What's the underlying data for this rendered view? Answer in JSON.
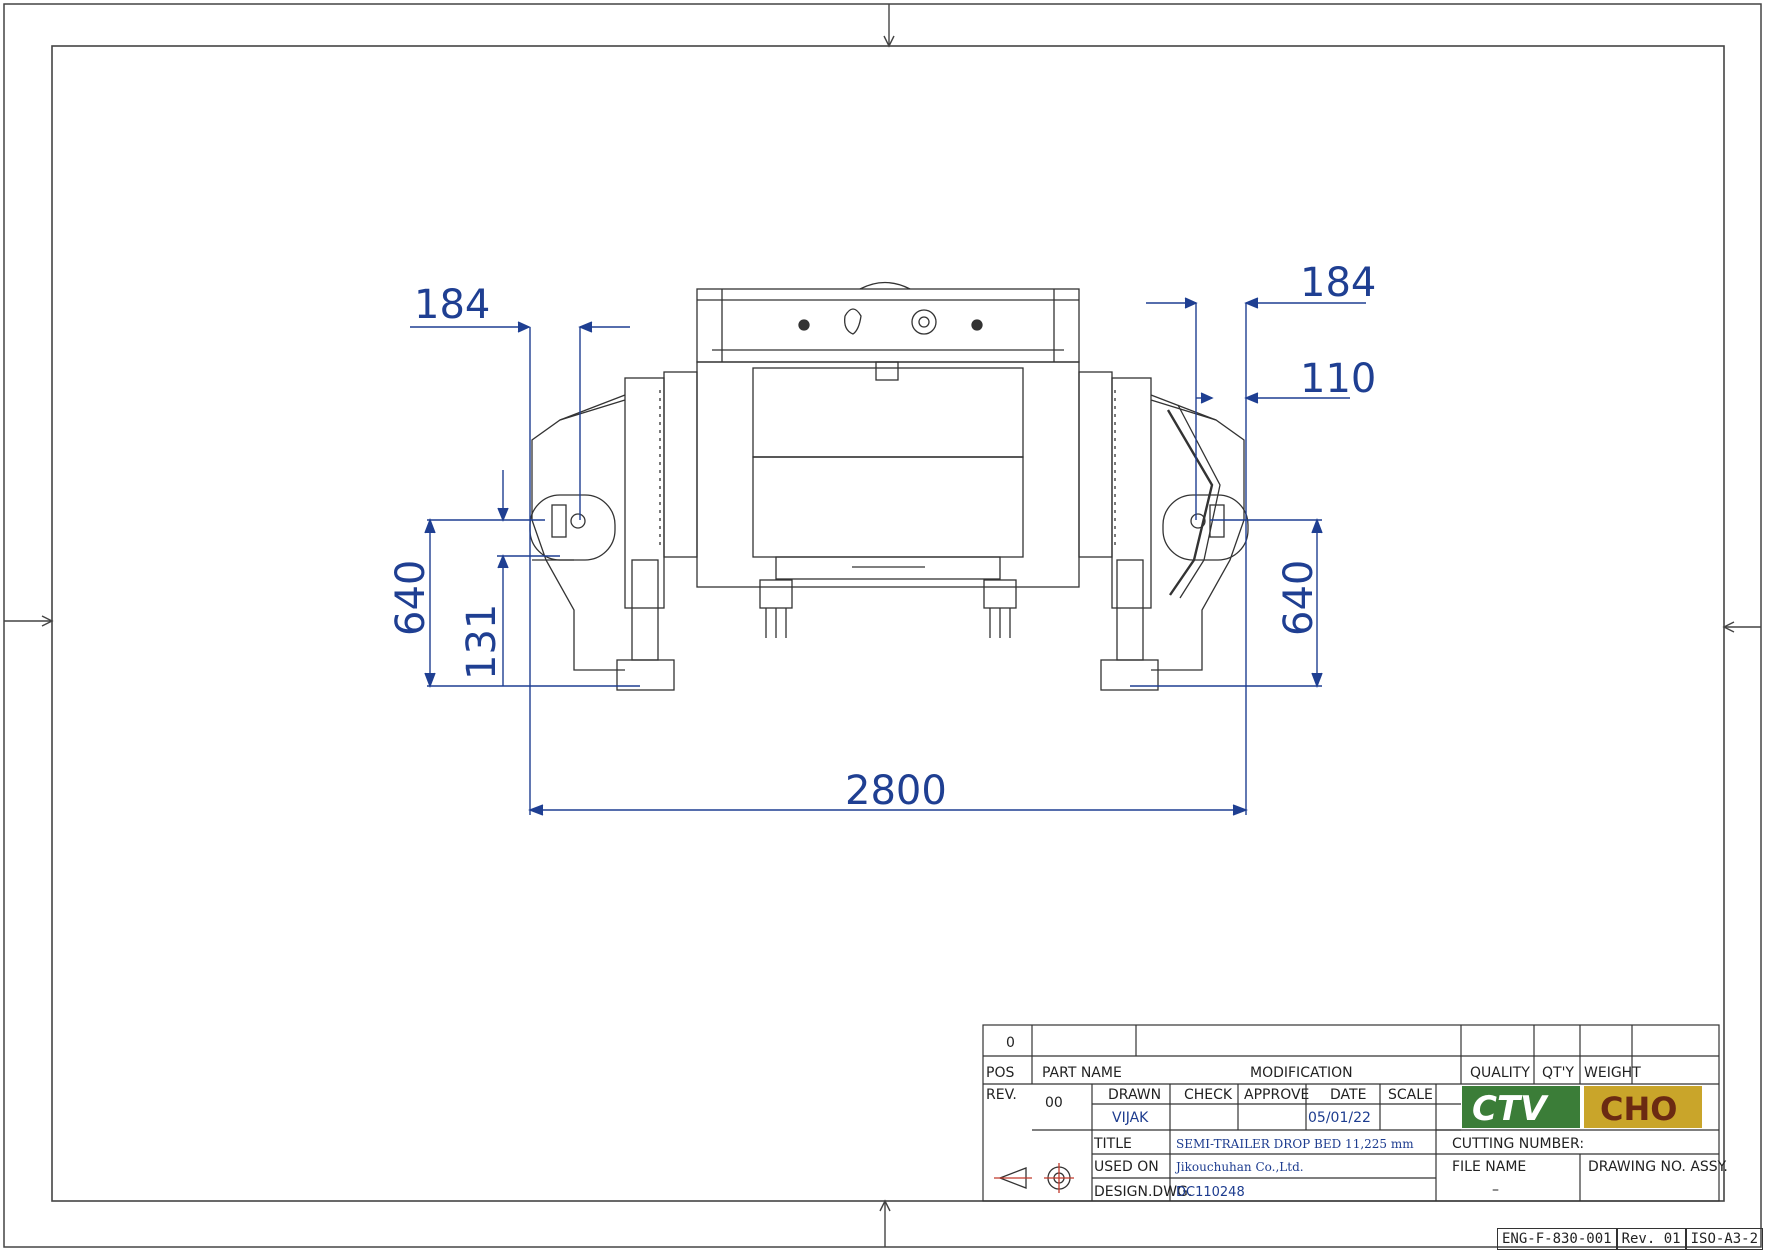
{
  "drawing": {
    "dimensions": {
      "top_left_width": "184",
      "top_right_width": "184",
      "right_offset": "110",
      "left_height": "640",
      "left_lower_height": "131",
      "right_height": "640",
      "overall_width": "2800"
    }
  },
  "title_block": {
    "pos_value": "0",
    "pos_label": "POS",
    "part_name_label": "PART NAME",
    "modification_label": "MODIFICATION",
    "quality_label": "QUALITY",
    "qty_label": "QT'Y",
    "weight_label": "WEIGHT",
    "rev_label": "REV.",
    "rev_value": "00",
    "drawn_label": "DRAWN",
    "check_label": "CHECK",
    "approve_label": "APPROVE",
    "date_label": "DATE",
    "scale_label": "SCALE",
    "drawn_value": "VIJAK",
    "date_value": "05/01/22",
    "logo_ctv": "CTV",
    "logo_cho": "CHO",
    "title_label": "TITLE",
    "title_value": "SEMI-TRAILER DROP BED 11,225 mm",
    "used_on_label": "USED ON",
    "used_on_value": "Jikouchuhan Co.,Ltd.",
    "design_dwg_label": "DESIGN.DWG.",
    "design_dwg_value": "DC110248",
    "cutting_number_label": "CUTTING NUMBER:",
    "file_name_label": "FILE NAME",
    "file_name_value": "–",
    "drawing_no_label": "DRAWING NO. ASSY.",
    "colors": {
      "ctv_bg": "#3b7d38",
      "cho_bg": "#c9a52a",
      "dimension": "#1f3f92"
    }
  },
  "footer": {
    "form_code": "ENG-F-830-001",
    "revision": "Rev. 01",
    "paper": "ISO-A3-2"
  }
}
